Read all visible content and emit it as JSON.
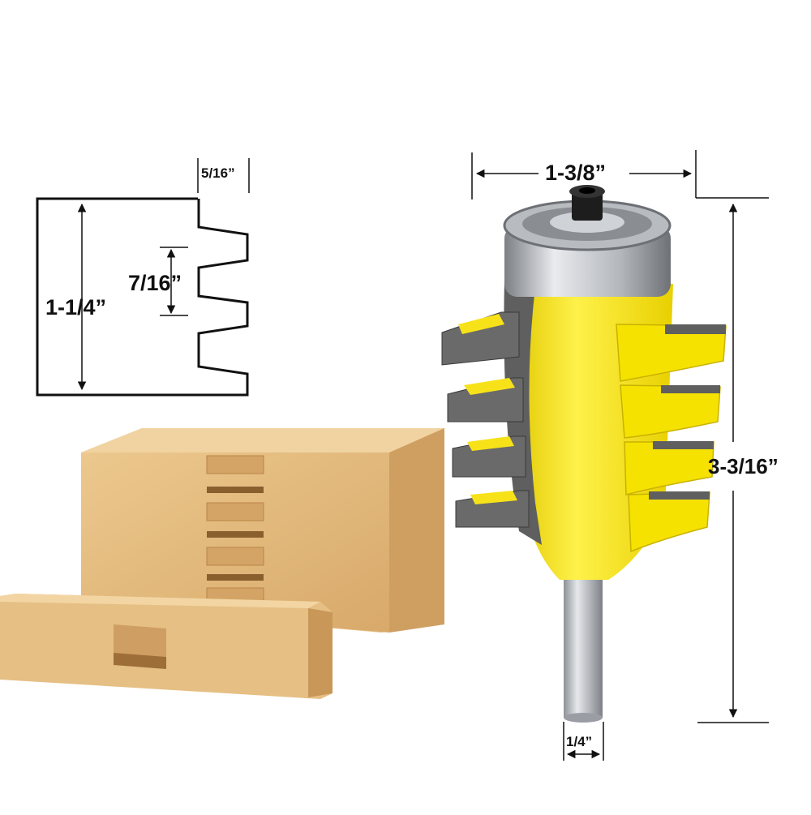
{
  "dimensions": {
    "tooth_depth": "5/16”",
    "tooth_pitch": "7/16”",
    "stock_height": "1-1/4”",
    "cutter_diameter": "1-3/8”",
    "overall_length": "3-3/16”",
    "shank_diameter": "1/4”"
  },
  "colors": {
    "bit_yellow": "#F5E200",
    "carbide_gray": "#6A6A6A",
    "wood": "#E2B97E",
    "shank_steel": "#B8BCC2"
  }
}
